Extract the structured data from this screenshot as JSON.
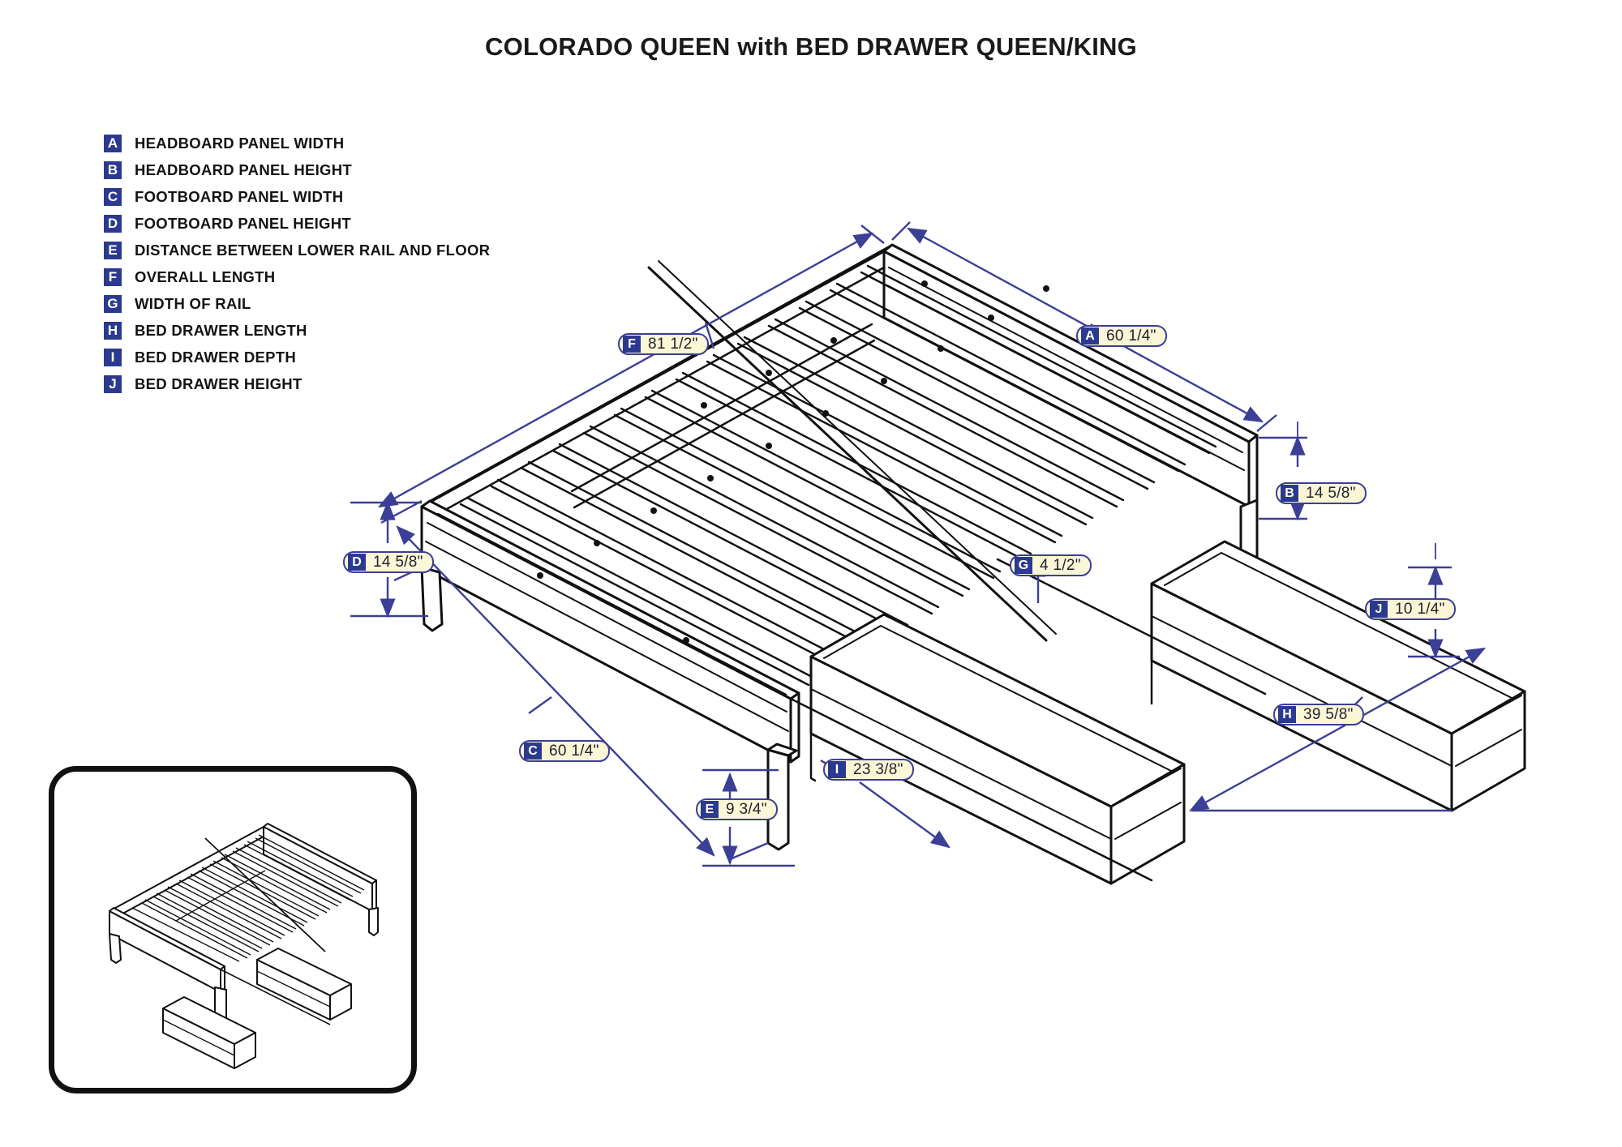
{
  "title": "COLORADO QUEEN with BED DRAWER QUEEN/KING",
  "colors": {
    "badge": "#2b3a8f",
    "callout_fill": "#fbf6d6",
    "callout_border": "#3b3f96",
    "dimension_line": "#3b3f96",
    "drawing_line": "#111111",
    "text": "#131313"
  },
  "legend": {
    "items": [
      {
        "key": "A",
        "label": "HEADBOARD PANEL WIDTH"
      },
      {
        "key": "B",
        "label": "HEADBOARD PANEL HEIGHT"
      },
      {
        "key": "C",
        "label": "FOOTBOARD PANEL WIDTH"
      },
      {
        "key": "D",
        "label": "FOOTBOARD PANEL HEIGHT"
      },
      {
        "key": "E",
        "label": "DISTANCE BETWEEN LOWER RAIL AND FLOOR"
      },
      {
        "key": "F",
        "label": "OVERALL LENGTH"
      },
      {
        "key": "G",
        "label": "WIDTH OF RAIL"
      },
      {
        "key": "H",
        "label": "BED DRAWER LENGTH"
      },
      {
        "key": "I",
        "label": "BED DRAWER DEPTH"
      },
      {
        "key": "J",
        "label": "BED DRAWER HEIGHT"
      }
    ]
  },
  "callouts": {
    "F": {
      "key": "F",
      "value": "81 1/2\""
    },
    "A": {
      "key": "A",
      "value": "60 1/4\""
    },
    "B": {
      "key": "B",
      "value": "14 5/8\""
    },
    "D": {
      "key": "D",
      "value": "14 5/8\""
    },
    "G": {
      "key": "G",
      "value": "4 1/2\""
    },
    "J": {
      "key": "J",
      "value": "10 1/4\""
    },
    "H": {
      "key": "H",
      "value": "39 5/8\""
    },
    "C": {
      "key": "C",
      "value": "60 1/4\""
    },
    "I": {
      "key": "I",
      "value": "23 3/8\""
    },
    "E": {
      "key": "E",
      "value": "9 3/4\""
    }
  },
  "chart_data": {
    "type": "table",
    "title": "COLORADO QUEEN with BED DRAWER QUEEN/KING",
    "categories": [
      "A",
      "B",
      "C",
      "D",
      "E",
      "F",
      "G",
      "H",
      "I",
      "J"
    ],
    "labels": [
      "HEADBOARD PANEL WIDTH",
      "HEADBOARD PANEL HEIGHT",
      "FOOTBOARD PANEL WIDTH",
      "FOOTBOARD PANEL HEIGHT",
      "DISTANCE BETWEEN LOWER RAIL AND FLOOR",
      "OVERALL LENGTH",
      "WIDTH OF RAIL",
      "BED DRAWER LENGTH",
      "BED DRAWER DEPTH",
      "BED DRAWER HEIGHT"
    ],
    "values": [
      "60 1/4\"",
      "14 5/8\"",
      "60 1/4\"",
      "14 5/8\"",
      "9 3/4\"",
      "81 1/2\"",
      "4 1/2\"",
      "39 5/8\"",
      "23 3/8\"",
      "10 1/4\""
    ],
    "units": "inches"
  }
}
